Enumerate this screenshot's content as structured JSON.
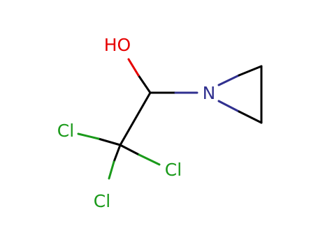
{
  "molecule": {
    "atoms": {
      "oxygen": {
        "label": "HO",
        "color": "#ff0d0d"
      },
      "nitrogen": {
        "label": "N",
        "color": "#3050f8"
      },
      "chlorine_left": {
        "label": "Cl",
        "color": "#1ff01f"
      },
      "chlorine_right": {
        "label": "Cl",
        "color": "#1ff01f"
      },
      "chlorine_bottom": {
        "label": "Cl",
        "color": "#1ff01f"
      }
    },
    "colors": {
      "bond": "#000000",
      "nitrogen_bond": "#30308f",
      "oxygen_bond": "#e60000",
      "chlorine_bond": "#1a9a1a",
      "chlorine_text": "#1a9a1a",
      "nitrogen_text": "#30308f"
    }
  }
}
